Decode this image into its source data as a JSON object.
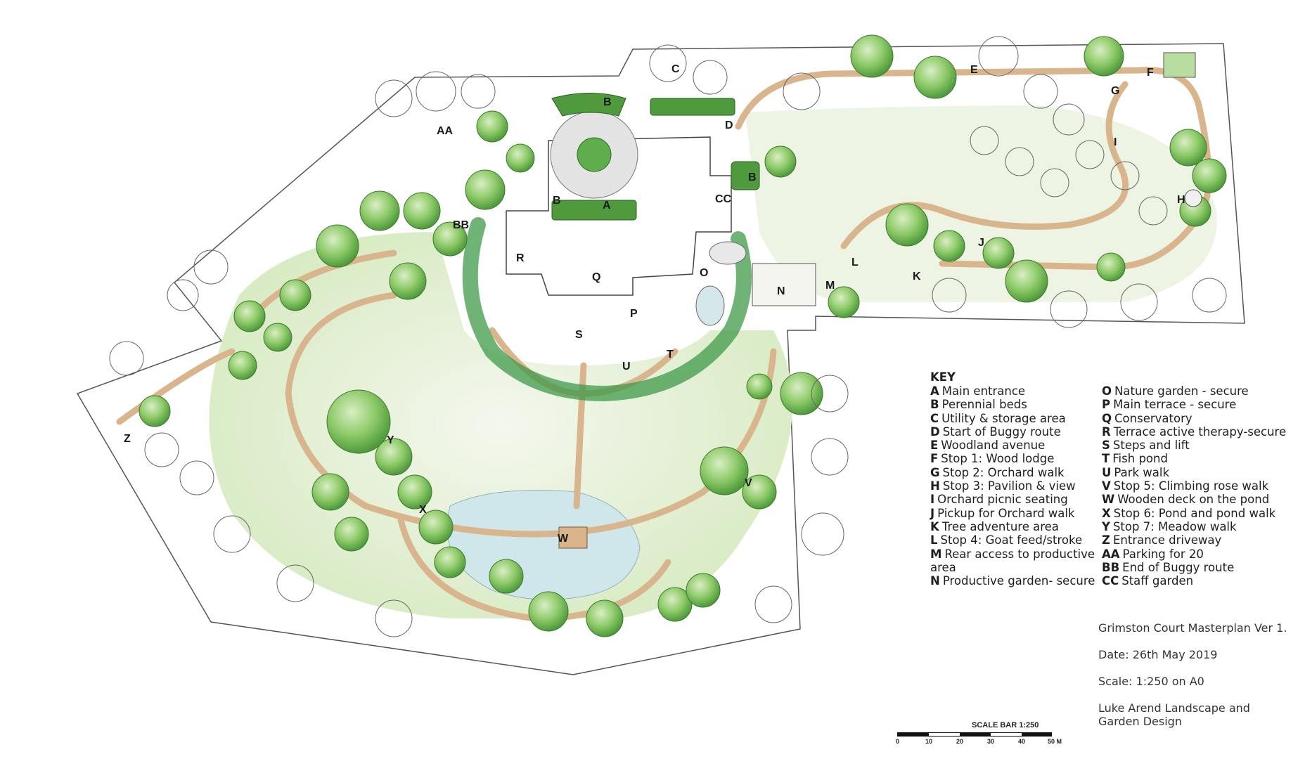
{
  "plan": {
    "letters": {
      "A": "A",
      "B1": "B",
      "B2": "B",
      "B3": "B",
      "C": "C",
      "D": "D",
      "E": "E",
      "F": "F",
      "G": "G",
      "H": "H",
      "I": "I",
      "J": "J",
      "K": "K",
      "L": "L",
      "M": "M",
      "N": "N",
      "O": "O",
      "P": "P",
      "Q": "Q",
      "R": "R",
      "S": "S",
      "T": "T",
      "U": "U",
      "V": "V",
      "W": "W",
      "X": "X",
      "Y": "Y",
      "Z": "Z",
      "AA": "AA",
      "BB": "BB",
      "CC": "CC"
    },
    "colors": {
      "path": "#d8b58c",
      "grass": "#e6f0d8",
      "tree": "#7cc05a",
      "hedge": "#3f9a4a",
      "pond": "#cfe6ea",
      "outline": "#555555"
    }
  },
  "key": {
    "title": "KEY",
    "left": [
      {
        "code": "A",
        "text": "Main entrance"
      },
      {
        "code": "B",
        "text": "Perennial beds"
      },
      {
        "code": "C",
        "text": "Utility & storage area"
      },
      {
        "code": "D",
        "text": "Start of Buggy route"
      },
      {
        "code": "E",
        "text": "Woodland avenue"
      },
      {
        "code": "F",
        "text": "Stop 1: Wood lodge"
      },
      {
        "code": "G",
        "text": "Stop 2: Orchard walk"
      },
      {
        "code": "H",
        "text": "Stop 3: Pavilion & view"
      },
      {
        "code": "I",
        "text": "Orchard picnic seating"
      },
      {
        "code": "J",
        "text": "Pickup for Orchard walk"
      },
      {
        "code": "K",
        "text": "Tree adventure area"
      },
      {
        "code": "L",
        "text": "Stop 4: Goat feed/stroke"
      },
      {
        "code": "M",
        "text": "Rear access to productive area"
      },
      {
        "code": "N",
        "text": "Productive garden- secure"
      }
    ],
    "right": [
      {
        "code": "O",
        "text": "Nature garden - secure"
      },
      {
        "code": "P",
        "text": "Main terrace - secure"
      },
      {
        "code": "Q",
        "text": "Conservatory"
      },
      {
        "code": "R",
        "text": "Terrace active therapy-secure"
      },
      {
        "code": "S",
        "text": "Steps and lift"
      },
      {
        "code": "T",
        "text": "Fish pond"
      },
      {
        "code": "U",
        "text": "Park walk"
      },
      {
        "code": "V",
        "text": "Stop 5: Climbing rose walk"
      },
      {
        "code": "W",
        "text": "Wooden deck on the pond"
      },
      {
        "code": "X",
        "text": "Stop 6: Pond and pond walk"
      },
      {
        "code": "Y",
        "text": "Stop 7: Meadow walk"
      },
      {
        "code": "Z",
        "text": "Entrance driveway"
      },
      {
        "code": "AA",
        "text": "Parking for 20"
      },
      {
        "code": "BB",
        "text": "End of Buggy route"
      },
      {
        "code": "CC",
        "text": "Staff garden"
      }
    ]
  },
  "title_block": {
    "title": "Grimston Court Masterplan Ver 1.",
    "date": "Date: 26th May 2019",
    "scale": "Scale: 1:250 on A0",
    "designer": "Luke Arend Landscape and Garden Design"
  },
  "scale_bar": {
    "title": "SCALE BAR 1:250",
    "ticks": [
      "0",
      "10",
      "20",
      "30",
      "40",
      "50 M"
    ]
  }
}
